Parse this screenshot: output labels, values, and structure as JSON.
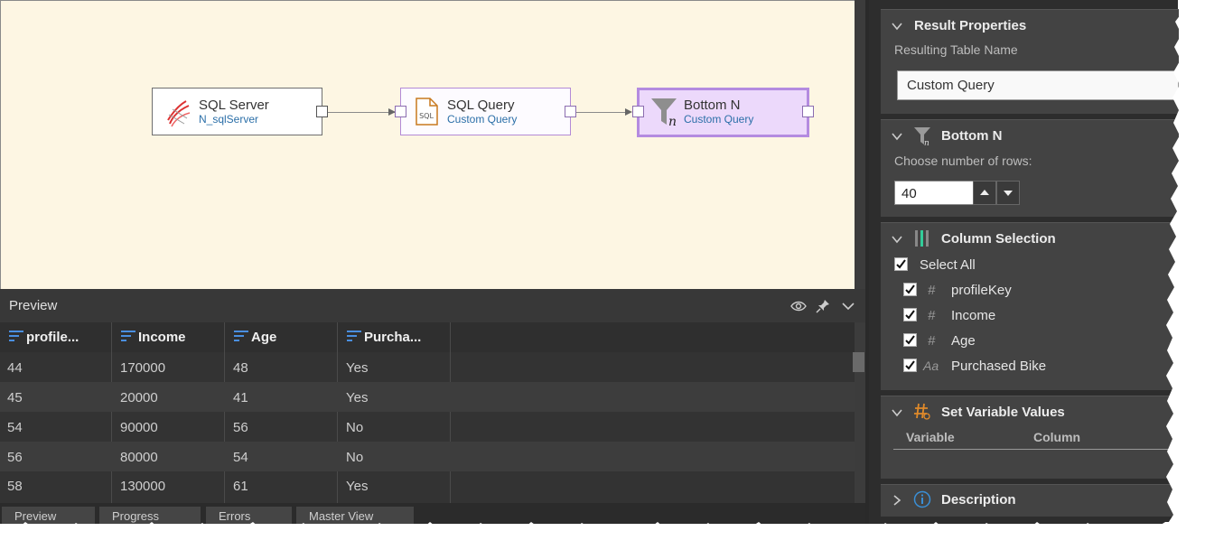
{
  "canvas": {
    "nodes": [
      {
        "title": "SQL Server",
        "subtitle": "N_sqlServer",
        "icon": "sql-server-icon"
      },
      {
        "title": "SQL Query",
        "subtitle": "Custom Query",
        "icon": "sql-file-icon",
        "icon_text": "SQL"
      },
      {
        "title": "Bottom N",
        "subtitle": "Custom Query",
        "icon": "funnel-n-icon"
      }
    ]
  },
  "preview": {
    "title": "Preview",
    "columns": [
      "profile...",
      "Income",
      "Age",
      "Purcha..."
    ],
    "rows": [
      [
        "44",
        "170000",
        "48",
        "Yes"
      ],
      [
        "45",
        "20000",
        "41",
        "Yes"
      ],
      [
        "54",
        "90000",
        "56",
        "No"
      ],
      [
        "56",
        "80000",
        "54",
        "No"
      ],
      [
        "58",
        "130000",
        "61",
        "Yes"
      ]
    ],
    "bottom_tabs": [
      "Preview",
      "Progress",
      "Errors",
      "Master View"
    ]
  },
  "properties": {
    "result": {
      "title": "Result Properties",
      "name_label": "Resulting Table Name",
      "name_value": "Custom Query"
    },
    "bottom_n": {
      "title": "Bottom N",
      "rows_label": "Choose number of rows:",
      "rows_value": "40"
    },
    "column_selection": {
      "title": "Column Selection",
      "select_all": "Select All",
      "columns": [
        {
          "name": "profileKey",
          "type": "#"
        },
        {
          "name": "Income",
          "type": "#"
        },
        {
          "name": "Age",
          "type": "#"
        },
        {
          "name": "Purchased Bike",
          "type": "Aa"
        }
      ]
    },
    "variables": {
      "title": "Set Variable Values",
      "col_variable": "Variable",
      "col_column": "Column"
    },
    "description": {
      "title": "Description"
    }
  },
  "colors": {
    "canvas_bg": "#fdf6e3",
    "accent_purple": "#b48be0",
    "link_blue": "#2b6fa8",
    "panel_bg": "#434343"
  }
}
